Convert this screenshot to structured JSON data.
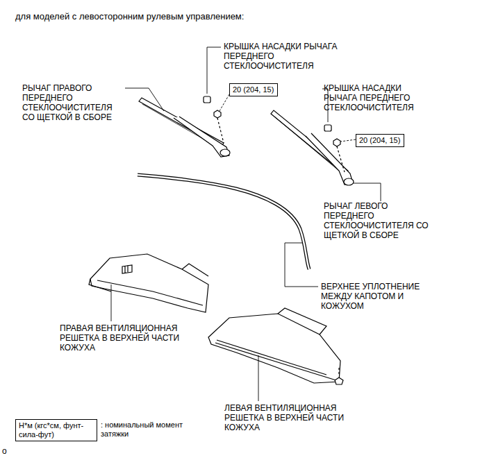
{
  "diagram": {
    "title": "для моделей с левосторонним рулевым управлением:",
    "nodes": [
      {
        "text": [
          "20 (204, 15)"
        ]
      },
      {
        "text": [
          "20 (204, 15)"
        ]
      },
      {
        "text": [
          "Н*м (кгс*см, фунт-сила-фут)",
          ": номинальный момент затяжки"
        ]
      }
    ],
    "labels": [
      "КРЫШКА НАСАДКИ РЫЧАГА ПЕРЕДНЕГО СТЕКЛООЧИСТИТЕЛЯ",
      "РЫЧАГ ПРАВОГО ПЕРЕДНЕГО СТЕКЛООЧИСТИТЕЛЯ СО ЩЕТКОЙ В СБОРЕ",
      "КРЫШКА НАСАДКИ РЫЧАГА ПЕРЕДНЕГО СТЕКЛООЧИСТИТЕЛЯ",
      "РЫЧАГ ЛЕВОГО ПЕРЕДНЕГО СТЕКЛООЧИСТИТЕЛЯ СО ЩЕТКОЙ В СБОРЕ",
      "ВЕРХНЕЕ УПЛОТНЕНИЕ МЕЖДУ КАПОТОМ И КОЖУХОМ",
      "ПРАВАЯ ВЕНТИЛЯЦИОННАЯ РЕШЕТКА В ВЕРХНЕЙ ЧАСТИ КОЖУХА",
      "ЛЕВАЯ ВЕНТИЛЯЦИОННАЯ РЕШЕТКА В ВЕРХНЕЙ ЧАСТИ КОЖУХА",
      "о"
    ]
  }
}
